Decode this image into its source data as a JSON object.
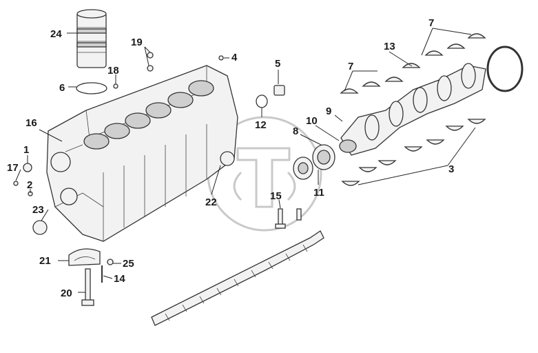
{
  "callouts": {
    "c1": "1",
    "c2": "2",
    "c3": "3",
    "c4": "4",
    "c5": "5",
    "c6": "6",
    "c7a": "7",
    "c7b": "7",
    "c8": "8",
    "c9": "9",
    "c10": "10",
    "c11": "11",
    "c12": "12",
    "c13": "13",
    "c14": "14",
    "c15": "15",
    "c16": "16",
    "c17": "17",
    "c18": "18",
    "c19": "19",
    "c20": "20",
    "c21": "21",
    "c22": "22",
    "c23": "23",
    "c24": "24",
    "c25": "25"
  },
  "colors": {
    "line": "#222222",
    "part_fill": "#f2f2f2",
    "shade": "#cfcfcf",
    "watermark": "#c9c9c9"
  }
}
